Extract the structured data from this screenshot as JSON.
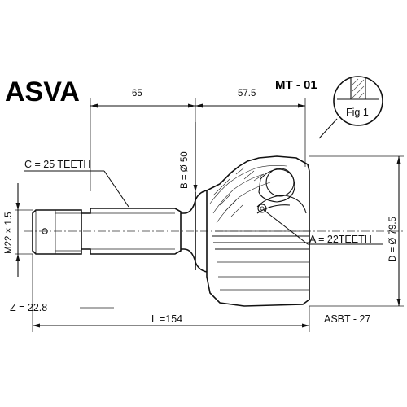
{
  "brand": "ASVA",
  "part_number": "MT - 01",
  "figure": {
    "label": "Fig 1"
  },
  "dimensions": {
    "shaft_length_top": "65",
    "body_length_top": "57.5",
    "shaft_diameter": "B = Ø 50",
    "outer_diameter": "D = Ø 79.5",
    "thread": "M22 × 1.5",
    "total_length": "L =154",
    "offset": "Z = 22.8"
  },
  "labels": {
    "outer_teeth": "C = 25 TEETH",
    "inner_teeth": "A = 22TEETH",
    "abs_teeth": "ASBT - 27"
  }
}
